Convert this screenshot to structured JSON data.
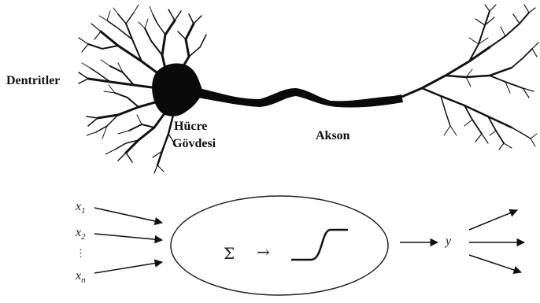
{
  "labels": {
    "dendrites": "Dentritler",
    "cell_body_line1": "Hücre",
    "cell_body_line2": "Gövdesi",
    "axon": "Akson"
  },
  "model": {
    "inputs": [
      {
        "base": "x",
        "sub": "1"
      },
      {
        "base": "x",
        "sub": "2"
      },
      {
        "base": "x",
        "sub": "n"
      }
    ],
    "ellipsis": "⋮",
    "sum_symbol": "Σ",
    "arrow_symbol": "→",
    "output": "y"
  },
  "colors": {
    "ink": "#111111",
    "background": "#ffffff"
  }
}
